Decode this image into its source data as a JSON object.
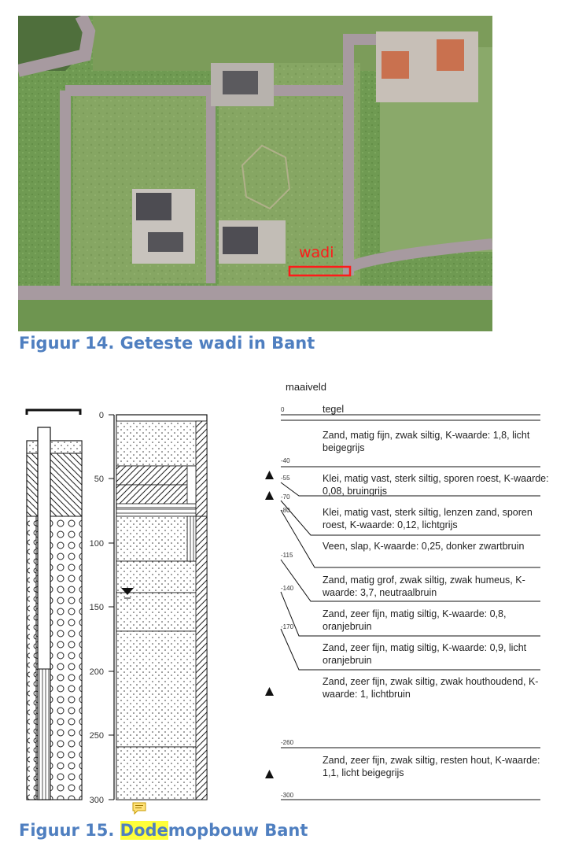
{
  "figure14": {
    "caption": "Figuur 14. Geteste wadi in Bant",
    "annotation": "wadi",
    "annotation_color": "#ff1a1a"
  },
  "figure15": {
    "caption_highlight": "Dode",
    "caption_rest": "mopbouw Bant",
    "caption_prefix": "Figuur 15. ",
    "surface_label": "maaiveld",
    "depth_ticks": [
      "0",
      "50",
      "100",
      "150",
      "200",
      "250",
      "300"
    ],
    "layers": [
      {
        "top": "0",
        "description": "tegel"
      },
      {
        "top": "",
        "description": "Zand, matig fijn, zwak siltig, K-waarde: 1,8, licht beigegrijs"
      },
      {
        "top": "-40",
        "description": "Klei, matig vast, sterk siltig, sporen roest, K-waarde: 0,08, bruingrijs"
      },
      {
        "top": "-55",
        "description": ""
      },
      {
        "top": "-70",
        "description": ""
      },
      {
        "top": "-80",
        "description": "Klei, matig vast, sterk siltig, lenzen zand, sporen roest, K-waarde: 0,12, lichtgrijs"
      },
      {
        "top": "",
        "description": "Veen, slap, K-waarde: 0,25, donker zwartbruin"
      },
      {
        "top": "-115",
        "description": "Zand, matig grof, zwak siltig, zwak humeus, K-waarde: 3,7, neutraalbruin"
      },
      {
        "top": "-140",
        "description": "Zand, zeer fijn, matig siltig, K-waarde: 0,8, oranjebruin"
      },
      {
        "top": "-170",
        "description": "Zand, zeer fijn, matig siltig, K-waarde: 0,9, licht oranjebruin"
      },
      {
        "top": "",
        "description": "Zand, zeer fijn, zwak siltig, zwak houthoudend, K-waarde: 1, lichtbruin"
      },
      {
        "top": "-260",
        "description": "Zand, zeer fijn, zwak siltig, resten hout, K-waarde: 1,1, licht beigegrijs"
      },
      {
        "top": "-300",
        "description": ""
      }
    ],
    "desc_texts": {
      "d0": "tegel",
      "d1": "Zand, matig fijn, zwak siltig, K-waarde: 1,8, licht beigegrijs",
      "d2": "Klei, matig vast, sterk siltig, sporen roest, K-waarde: 0,08, bruingrijs",
      "d3": "Klei, matig vast, sterk siltig, lenzen zand, sporen roest, K-waarde: 0,12, lichtgrijs",
      "d4": "Veen, slap, K-waarde: 0,25, donker zwartbruin",
      "d5": "Zand, matig grof, zwak siltig, zwak humeus, K-waarde: 3,7, neutraalbruin",
      "d6": "Zand, zeer fijn, matig siltig, K-waarde: 0,8, oranjebruin",
      "d7": "Zand, zeer fijn, matig siltig, K-waarde: 0,9, licht oranjebruin",
      "d8": "Zand, zeer fijn, zwak siltig, zwak houthoudend, K-waarde: 1, lichtbruin",
      "d9": "Zand, zeer fijn, zwak siltig, resten hout, K-waarde: 1,1, licht beigegrijs"
    },
    "depth_labels": {
      "z0": "0",
      "z40": "-40",
      "z55": "-55",
      "z70": "-70",
      "z80": "-80",
      "z115": "-115",
      "z140": "-140",
      "z170": "-170",
      "z260": "-260",
      "z300": "-300"
    },
    "highlight_color": "#ffff3a",
    "caption_color": "#4f7fc0"
  }
}
